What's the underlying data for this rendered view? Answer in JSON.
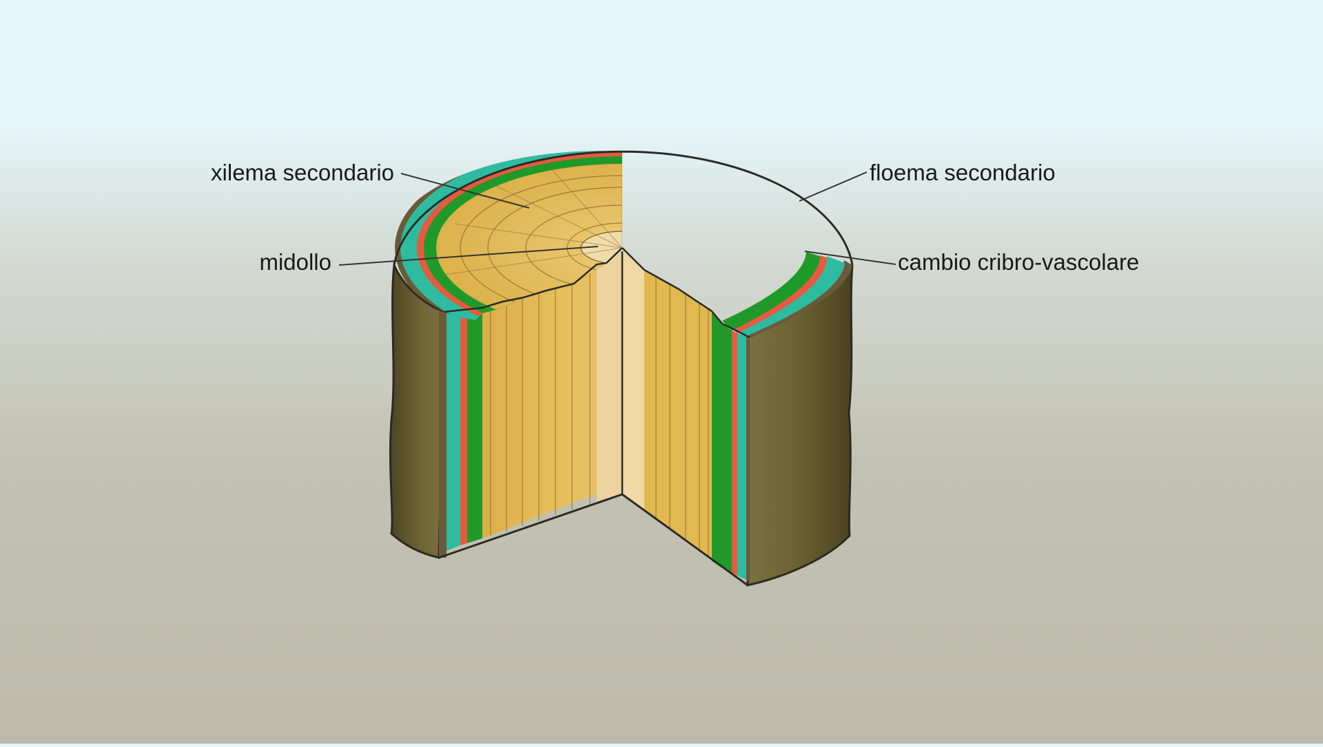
{
  "labels": {
    "xilema": "xilema secondario",
    "midollo": "midollo",
    "floema": "floema secondario",
    "cambio": "cambio cribro-vascolare"
  },
  "colors": {
    "bark": "#6b6133",
    "bark_dark": "#4d4522",
    "floema": "#2ebca0",
    "phloem_red": "#e85a3e",
    "cambium": "#1f9a2a",
    "xylem": "#e0b54e",
    "xylem_light": "#ebc56a",
    "pith": "#ecd3a0",
    "outline": "#2b2a25"
  }
}
